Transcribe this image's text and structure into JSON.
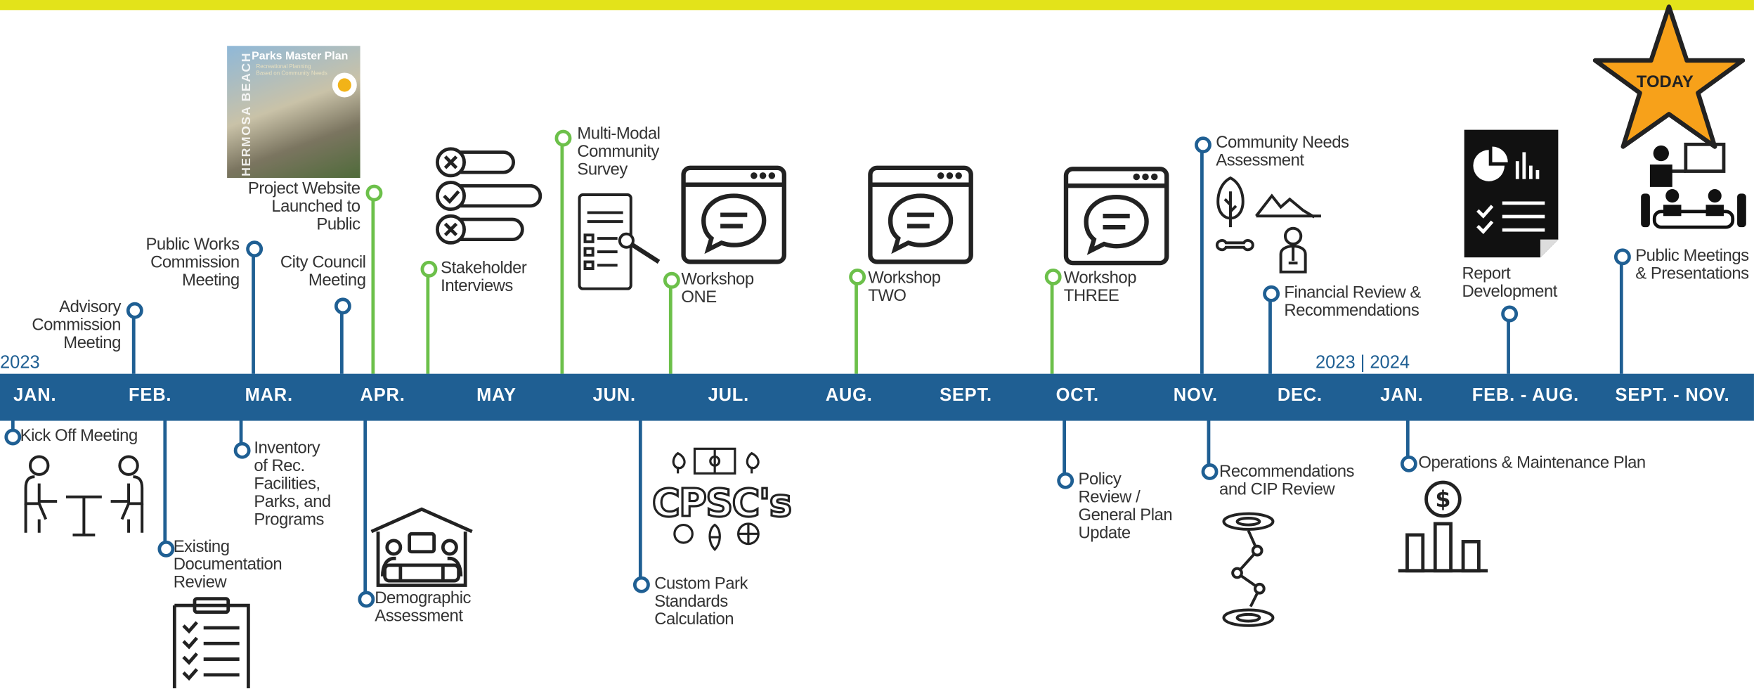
{
  "months": [
    "JAN.",
    "FEB.",
    "MAR.",
    "APR.",
    "MAY",
    "JUN.",
    "JUL.",
    "AUG.",
    "SEPT.",
    "OCT.",
    "NOV.",
    "DEC.",
    "JAN.",
    "FEB. - AUG.",
    "SEPT. - NOV."
  ],
  "years": {
    "start": "2023",
    "transition": "2023  |  2024"
  },
  "events_above": [
    {
      "label": "Advisory\nCommission\nMeeting",
      "phase": "blue"
    },
    {
      "label": "Public Works\nCommission\nMeeting",
      "phase": "blue"
    },
    {
      "label": "City Council\nMeeting",
      "phase": "blue"
    },
    {
      "label": "Project Website\nLaunched to\nPublic",
      "phase": "green"
    },
    {
      "label": "Stakeholder\nInterviews",
      "phase": "green"
    },
    {
      "label": "Multi-Modal\nCommunity\nSurvey",
      "phase": "green"
    },
    {
      "label": "Workshop\nONE",
      "phase": "green"
    },
    {
      "label": "Workshop\nTWO",
      "phase": "green"
    },
    {
      "label": "Workshop\nTHREE",
      "phase": "green"
    },
    {
      "label": "Community Needs\nAssessment",
      "phase": "blue"
    },
    {
      "label": "Financial Review &\nRecommendations",
      "phase": "blue"
    },
    {
      "label": "Report\nDevelopment",
      "phase": "blue"
    },
    {
      "label": "Public Meetings\n& Presentations",
      "phase": "blue"
    }
  ],
  "events_below": [
    {
      "label": "Kick Off Meeting"
    },
    {
      "label": "Existing\nDocumentation\nReview"
    },
    {
      "label": "Inventory\nof Rec.\nFacilities,\nParks, and\nPrograms"
    },
    {
      "label": "Demographic\nAssessment"
    },
    {
      "label": "Custom Park\nStandards\nCalculation"
    },
    {
      "label": "Policy\nReview /\nGeneral Plan\nUpdate"
    },
    {
      "label": "Recommendations\nand CIP Review"
    },
    {
      "label": "Operations & Maintenance Plan"
    }
  ],
  "cover_image": {
    "title": "Parks Master Plan",
    "subtitle": "Recreational Planning\nBased on Community Needs",
    "side_text": "HERMOSA BEACH"
  },
  "today_marker": "TODAY",
  "cpsc_text": "CPSC's",
  "colors": {
    "band": "#1f5f93",
    "top_bar": "#e3e31a",
    "green": "#6cc04a",
    "star": "#f7a11a"
  },
  "icons": [
    "survey-checklist-icon",
    "survey-tablet-icon",
    "workshop-chat-icon",
    "community-needs-icon",
    "report-icon",
    "presentation-icon",
    "meeting-icon",
    "clipboard-icon",
    "community-house-icon",
    "park-standards-icon",
    "cip-coins-icon",
    "operations-chart-icon",
    "today-star-icon"
  ]
}
